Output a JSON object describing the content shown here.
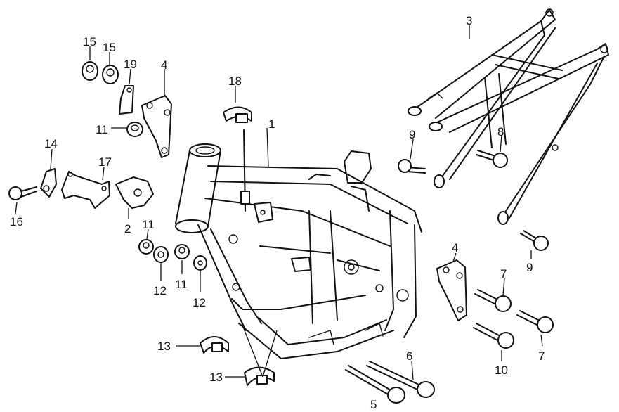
{
  "callouts": {
    "c1": "1",
    "c2": "2",
    "c3": "3",
    "c4a": "4",
    "c4b": "4",
    "c5": "5",
    "c6": "6",
    "c7a": "7",
    "c7b": "7",
    "c8": "8",
    "c9a": "9",
    "c9b": "9",
    "c10": "10",
    "c11a": "11",
    "c11b": "11",
    "c11c": "11",
    "c12a": "12",
    "c12b": "12",
    "c13a": "13",
    "c13b": "13",
    "c14": "14",
    "c15a": "15",
    "c15b": "15",
    "c16": "16",
    "c17": "17",
    "c18": "18",
    "c19": "19"
  }
}
